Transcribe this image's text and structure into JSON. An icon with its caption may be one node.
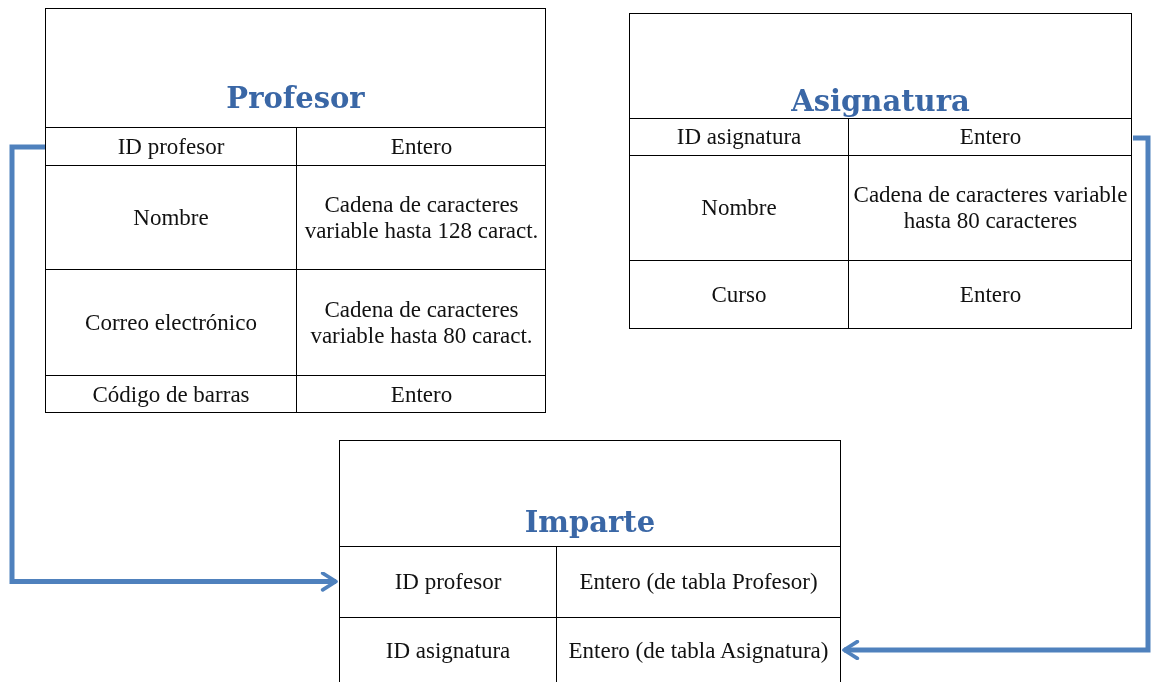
{
  "diagram": {
    "nodes": [
      {
        "text": [
          "Profesor"
        ]
      },
      {
        "text": [
          "ID profesor"
        ],
        "in": 0
      },
      {
        "text": [
          "Entero"
        ],
        "in": 0
      },
      {
        "text": [
          "Nombre"
        ],
        "in": 0
      },
      {
        "text": [
          "Cadena de caracteres variable hasta 128 caract."
        ],
        "in": 0
      },
      {
        "text": [
          "Correo electrónico"
        ],
        "in": 0
      },
      {
        "text": [
          "Cadena de caracteres variable hasta 80 caract."
        ],
        "in": 0
      },
      {
        "text": [
          "Código de barras"
        ],
        "in": 0
      },
      {
        "text": [
          "Entero"
        ],
        "in": 0
      },
      {
        "text": [
          "Asignatura"
        ]
      },
      {
        "text": [
          "ID asignatura"
        ],
        "in": 9
      },
      {
        "text": [
          "Entero"
        ],
        "in": 9
      },
      {
        "text": [
          "Nombre"
        ],
        "in": 9
      },
      {
        "text": [
          "Cadena de caracteres variable hasta 80 caracteres"
        ],
        "in": 9
      },
      {
        "text": [
          "Curso"
        ],
        "in": 9
      },
      {
        "text": [
          "Entero"
        ],
        "in": 9
      },
      {
        "text": [
          "Imparte"
        ]
      },
      {
        "text": [
          "ID profesor"
        ],
        "in": 16
      },
      {
        "text": [
          "Entero (de tabla Profesor)"
        ],
        "in": 16
      },
      {
        "text": [
          "ID asignatura"
        ],
        "in": 16
      },
      {
        "text": [
          "Entero (de tabla Asignatura)"
        ],
        "in": 16
      }
    ],
    "edges": [
      {
        "from": 1,
        "to": 17,
        "arrow": "to"
      },
      {
        "from": 11,
        "to": 20,
        "arrow": "to"
      }
    ]
  }
}
